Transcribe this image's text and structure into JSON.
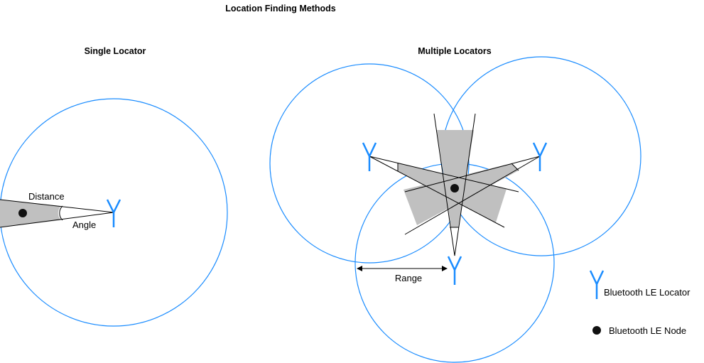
{
  "title": "Location Finding Methods",
  "single": {
    "heading": "Single Locator",
    "distance_label": "Distance",
    "angle_label": "Angle"
  },
  "multiple": {
    "heading": "Multiple Locators",
    "range_label": "Range"
  },
  "legend": {
    "locator_label": "Bluetooth LE Locator",
    "node_label": "Bluetooth LE Node"
  },
  "colors": {
    "range_circle": "#1a8cff",
    "antenna": "#1a8cff",
    "area": "#c0c0c0",
    "node": "#111111"
  }
}
